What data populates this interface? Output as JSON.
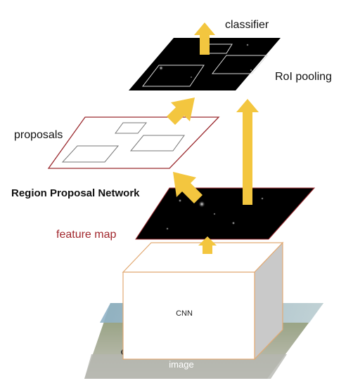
{
  "labels": {
    "classifier": "classifier",
    "roi_pooling": "RoI pooling",
    "proposals": "proposals",
    "rpn": "Region Proposal Network",
    "feature_map": "feature map",
    "cnn": "CNN",
    "image": "image"
  },
  "colors": {
    "arrow": "#f3c63f",
    "feature_map_border": "#9b2a2f",
    "feature_map_label": "#a1262c",
    "map_fill": "#000000",
    "cnn_border": "#e2aa74",
    "cnn_side": "#c9c9c9"
  }
}
